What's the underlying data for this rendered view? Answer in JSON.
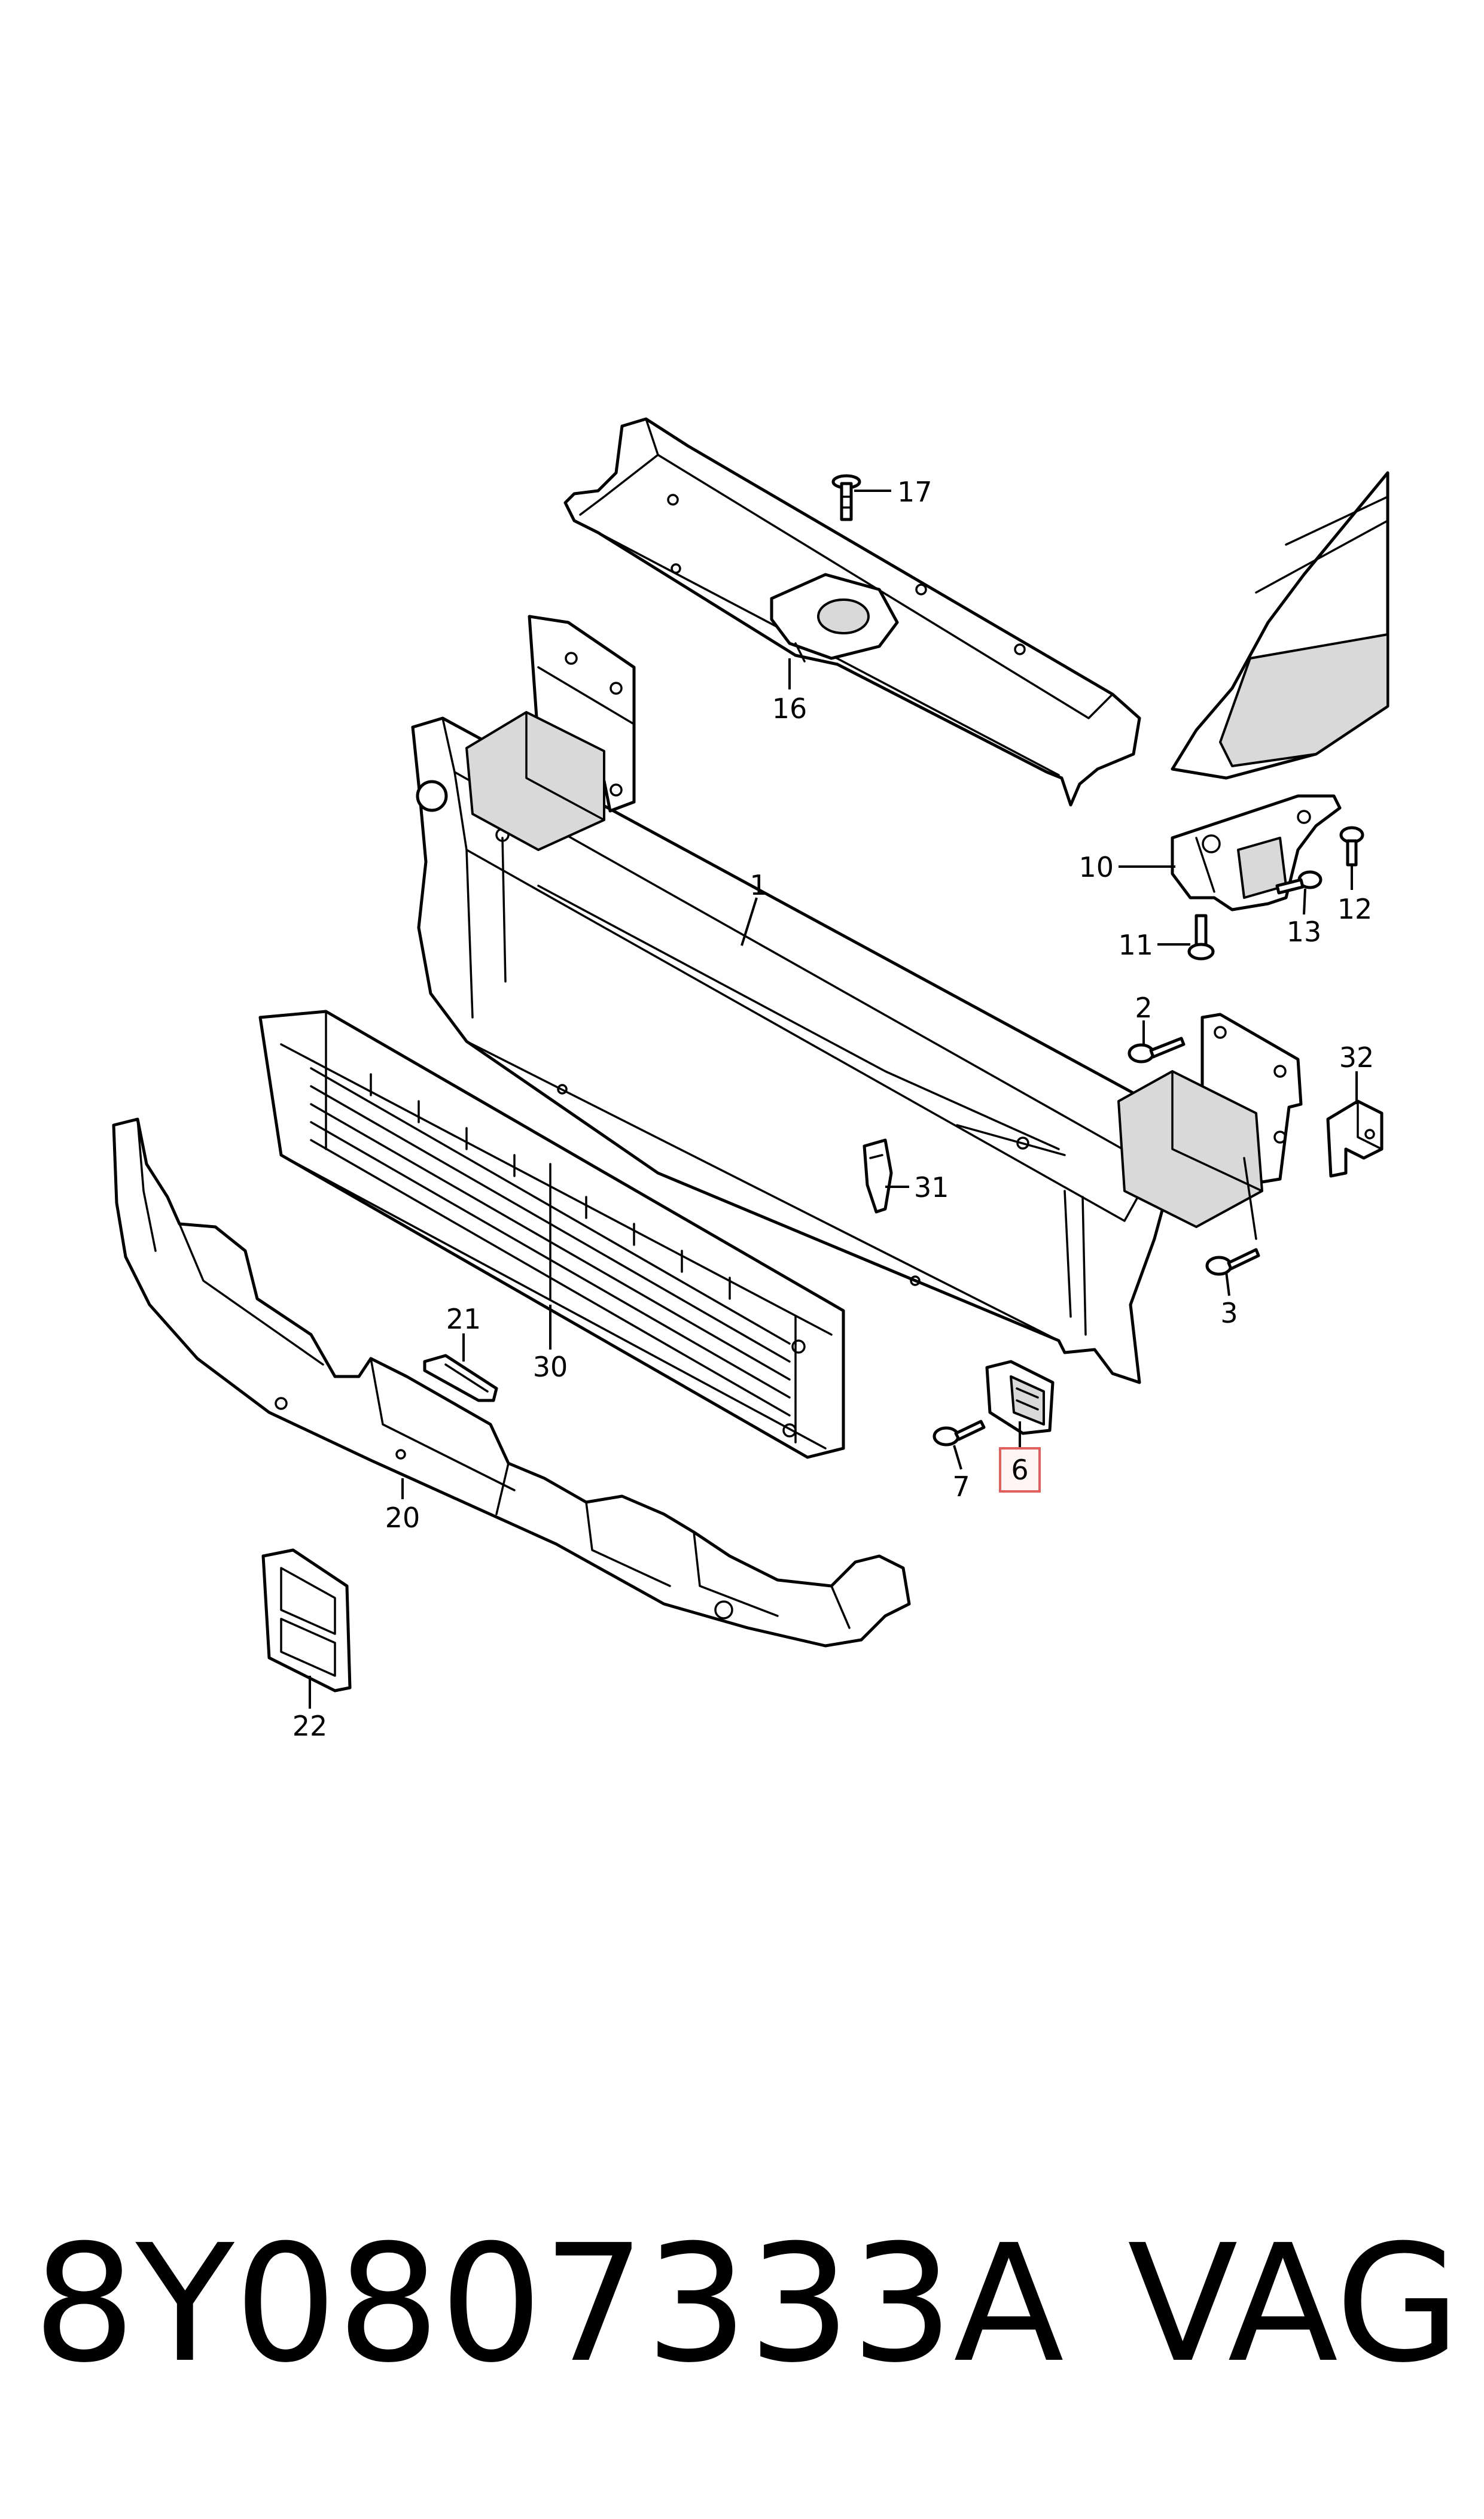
{
  "diagram": {
    "callouts": [
      {
        "id": "c1",
        "label": "1"
      },
      {
        "id": "c2",
        "label": "2"
      },
      {
        "id": "c3",
        "label": "3"
      },
      {
        "id": "c6",
        "label": "6",
        "highlighted": true
      },
      {
        "id": "c7",
        "label": "7"
      },
      {
        "id": "c10",
        "label": "10"
      },
      {
        "id": "c11",
        "label": "11"
      },
      {
        "id": "c12",
        "label": "12"
      },
      {
        "id": "c13",
        "label": "13"
      },
      {
        "id": "c16",
        "label": "16"
      },
      {
        "id": "c17",
        "label": "17"
      },
      {
        "id": "c20",
        "label": "20"
      },
      {
        "id": "c21",
        "label": "21"
      },
      {
        "id": "c22",
        "label": "22"
      },
      {
        "id": "c30",
        "label": "30"
      },
      {
        "id": "c31",
        "label": "31"
      },
      {
        "id": "c32",
        "label": "32"
      }
    ],
    "highlight_color": "#e06060"
  },
  "footer": {
    "part_number": "8Y0807333A",
    "brand": "VAG"
  }
}
